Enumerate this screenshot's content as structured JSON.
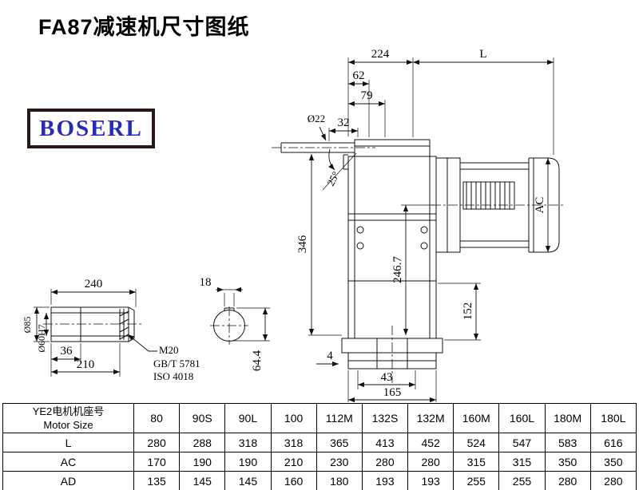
{
  "page": {
    "title": "FA87减速机尺寸图纸",
    "logo_text": "BOSERL"
  },
  "dims": {
    "d224": "224",
    "dL": "L",
    "d62": "62",
    "d79": "79",
    "d32": "32",
    "phi22": "Ø22",
    "a25": "25°",
    "d346": "346",
    "d246_7": "246.7",
    "ac": "AC",
    "d152": "152",
    "d43": "43",
    "d165": "165",
    "d4": "4",
    "d240": "240",
    "d18": "18",
    "d36": "36",
    "d210": "210",
    "phi85": "Ø85",
    "phi60h7": "Ø60H7",
    "m20": "M20",
    "gb": "GB/T 5781",
    "iso": "ISO 4018",
    "d64_4": "64.4"
  },
  "table": {
    "header_cn": "YE2电机机座号",
    "header_en": "Motor Size",
    "columns": [
      "80",
      "90S",
      "90L",
      "100",
      "112M",
      "132S",
      "132M",
      "160M",
      "160L",
      "180M",
      "180L"
    ],
    "rows": [
      {
        "label": "L",
        "values": [
          "280",
          "288",
          "318",
          "318",
          "365",
          "413",
          "452",
          "524",
          "547",
          "583",
          "616"
        ]
      },
      {
        "label": "AC",
        "values": [
          "170",
          "190",
          "190",
          "210",
          "230",
          "280",
          "280",
          "315",
          "315",
          "350",
          "350"
        ]
      },
      {
        "label": "AD",
        "values": [
          "135",
          "145",
          "145",
          "160",
          "180",
          "193",
          "193",
          "255",
          "255",
          "280",
          "280"
        ]
      }
    ]
  }
}
